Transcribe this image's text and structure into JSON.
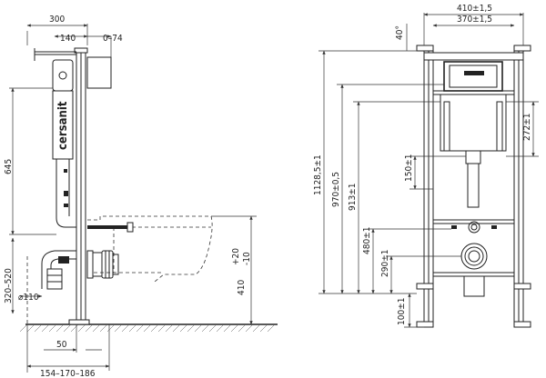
{
  "brand": "cersanit",
  "side_view": {
    "dims": {
      "overall_depth": "300",
      "frame_depth": "140",
      "adjust_range": "0–74",
      "height": "645",
      "pan_height": "410",
      "pan_adjust_up": "+20",
      "pan_adjust_down": "-10",
      "outlet_height_range": "320–520",
      "pipe_diameter": "⌀110",
      "foot_offset": "50",
      "wall_distance_range": "154–170–186"
    }
  },
  "front_view": {
    "dims": {
      "outer_width": "410±1,5",
      "inner_width": "370±1,5",
      "angle": "40°",
      "top_offset": "272±1",
      "plate_height": "150±1",
      "total_height": "1128,5±1",
      "height_970": "970±0,5",
      "height_913": "913±1",
      "height_480": "480±1",
      "height_290": "290±1",
      "foot_height": "100±1"
    }
  }
}
